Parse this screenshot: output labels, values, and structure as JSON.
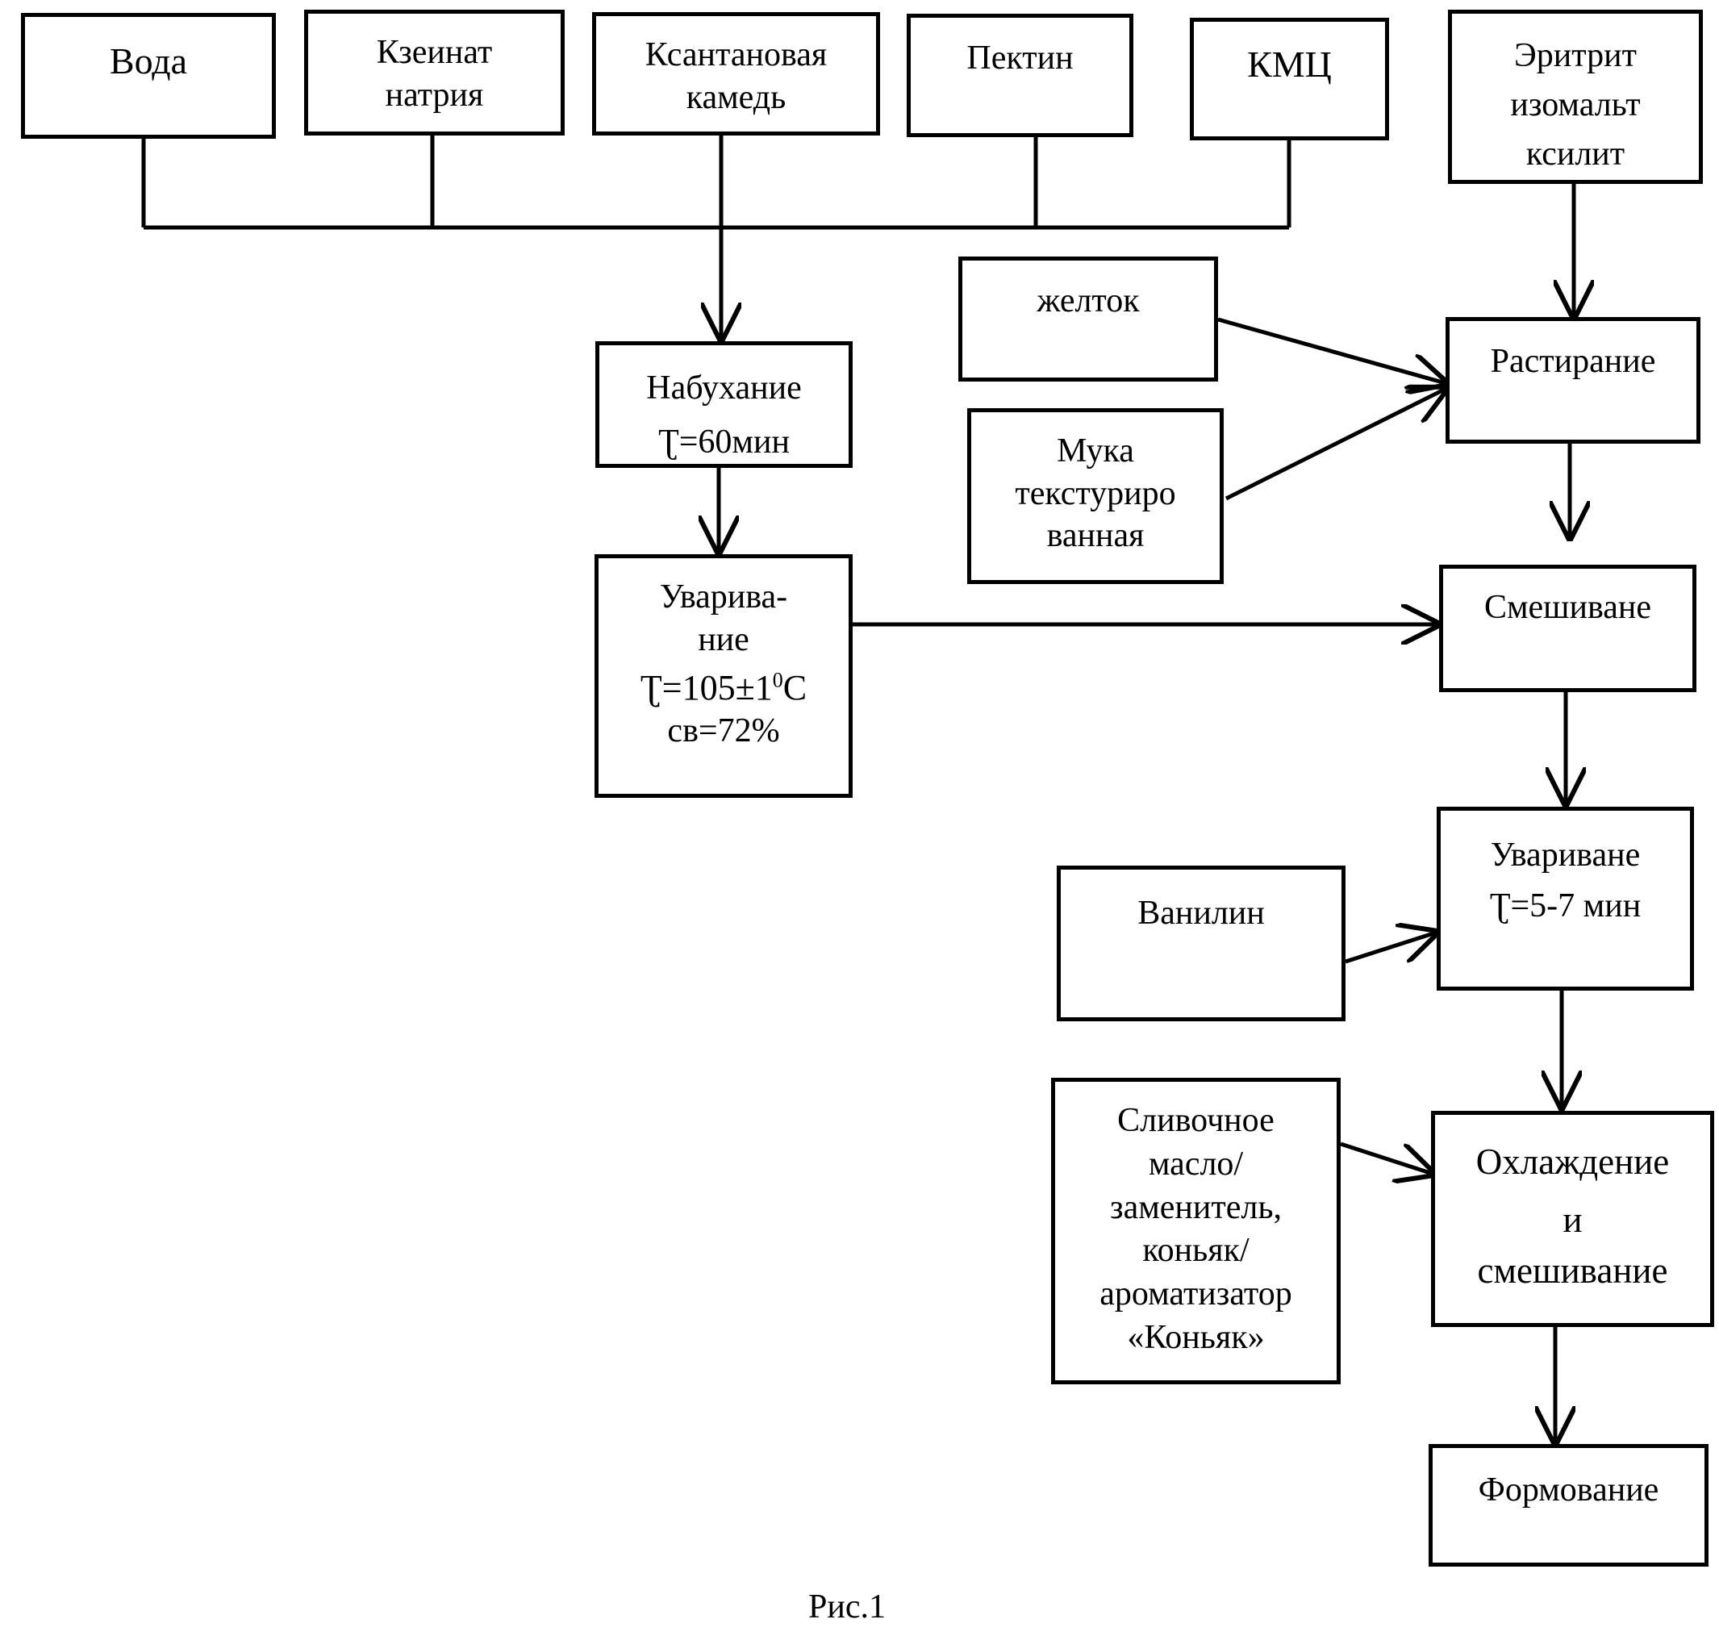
{
  "boxes": {
    "voda": {
      "lines": [
        "Вода"
      ]
    },
    "kazeinat": {
      "lines": [
        "Кзеинат",
        "натрия"
      ]
    },
    "ksantan": {
      "lines": [
        "Ксантановая",
        "камедь"
      ]
    },
    "pektin": {
      "lines": [
        "Пектин"
      ]
    },
    "kmc": {
      "lines": [
        "КМЦ"
      ]
    },
    "eritrit": {
      "lines": [
        "Эритрит",
        "изомальт",
        "ксилит"
      ]
    },
    "zheltok": {
      "lines": [
        "желток"
      ]
    },
    "muka": {
      "lines": [
        "Мука",
        "текстуриро",
        "ванная"
      ]
    },
    "nabukhanie": {
      "lines": [
        "Набухание",
        "Ʈ=60мин"
      ]
    },
    "rastiranie": {
      "lines": [
        "Растирание"
      ]
    },
    "uvarivanie1": {
      "lines": [
        "Уварива-",
        "ние"
      ],
      "temp_prefix": "Ʈ=105±1",
      "temp_sup": "0",
      "temp_suffix": "С",
      "dry": "св=72%"
    },
    "smeshivane": {
      "lines": [
        "Смешиване"
      ]
    },
    "vanilin": {
      "lines": [
        "Ванилин"
      ]
    },
    "uvarivane2": {
      "lines": [
        "Увариване",
        "Ʈ=5-7 мин"
      ]
    },
    "maslo": {
      "lines": [
        "Сливочное",
        "масло/",
        "заменитель,",
        "коньяк/",
        "ароматизатор",
        "«Коньяк»"
      ]
    },
    "okhlazhdenie": {
      "lines": [
        "Охлаждение",
        "и",
        "смешивание"
      ]
    },
    "formovanie": {
      "lines": [
        "Формование"
      ]
    }
  },
  "caption": "Рис.1"
}
